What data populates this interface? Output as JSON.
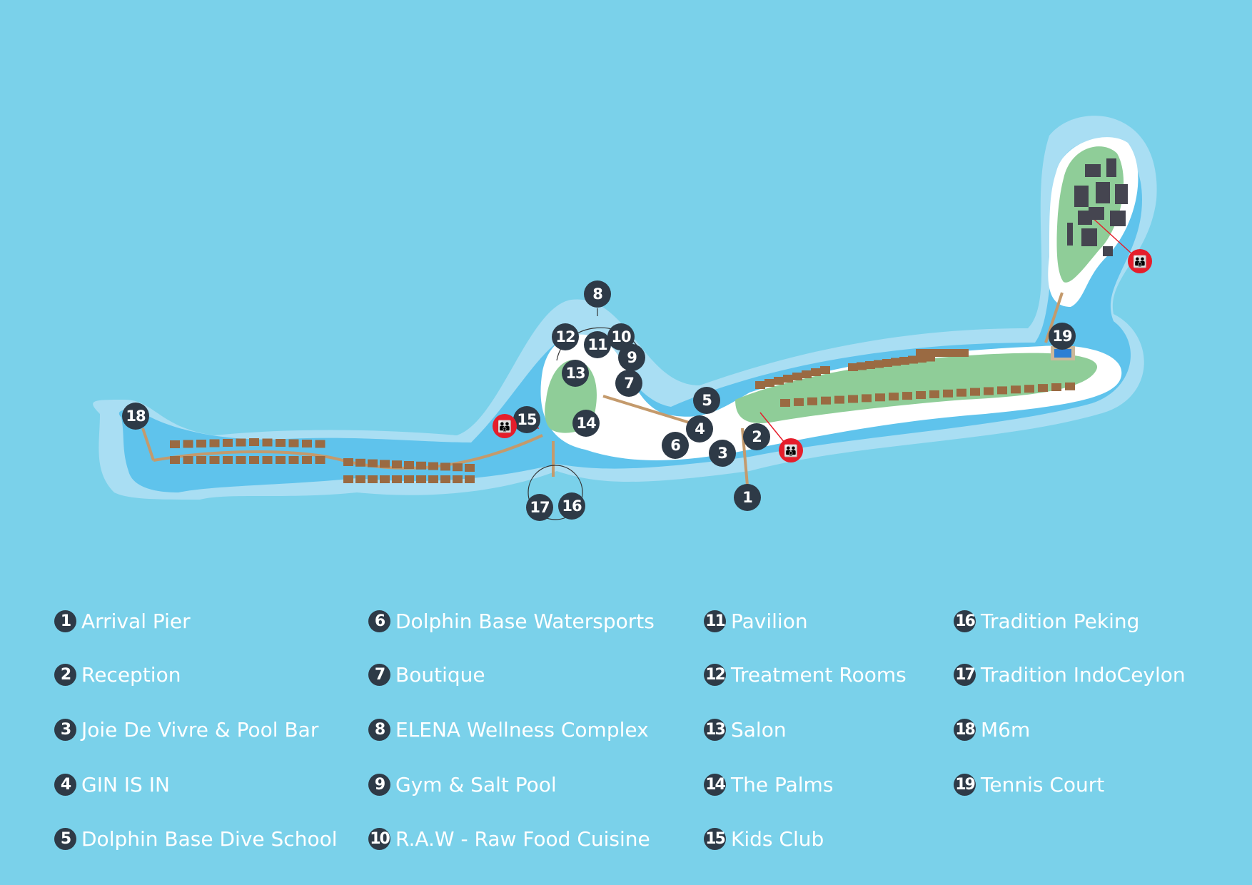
{
  "colors": {
    "sea": "#7ad1ea",
    "lagoon": "#a9def3",
    "reef": "#5fc3ec",
    "sand": "#ffffff",
    "vegetation": "#8fcd98",
    "path": "#c49a6c",
    "marker": "#2e3a47",
    "assembly_point": "#e51e2b",
    "buildings": "#454550"
  },
  "map": {
    "markers": [
      {
        "n": "1"
      },
      {
        "n": "2"
      },
      {
        "n": "3"
      },
      {
        "n": "4"
      },
      {
        "n": "5"
      },
      {
        "n": "6"
      },
      {
        "n": "7"
      },
      {
        "n": "8"
      },
      {
        "n": "9"
      },
      {
        "n": "10"
      },
      {
        "n": "11"
      },
      {
        "n": "12"
      },
      {
        "n": "13"
      },
      {
        "n": "14"
      },
      {
        "n": "15"
      },
      {
        "n": "16"
      },
      {
        "n": "17"
      },
      {
        "n": "18"
      },
      {
        "n": "19"
      }
    ],
    "assembly_icon": "assembly-point-icon",
    "assembly_glyph": "👪"
  },
  "legend": [
    {
      "n": "1",
      "label": "Arrival Pier"
    },
    {
      "n": "2",
      "label": "Reception"
    },
    {
      "n": "3",
      "label": "Joie De Vivre & Pool Bar"
    },
    {
      "n": "4",
      "label": "GIN IS IN"
    },
    {
      "n": "5",
      "label": "Dolphin Base Dive School"
    },
    {
      "n": "6",
      "label": "Dolphin Base Watersports"
    },
    {
      "n": "7",
      "label": "Boutique"
    },
    {
      "n": "8",
      "label": "ELENA Wellness Complex"
    },
    {
      "n": "9",
      "label": "Gym & Salt Pool"
    },
    {
      "n": "10",
      "label": "R.A.W - Raw Food Cuisine"
    },
    {
      "n": "11",
      "label": "Pavilion"
    },
    {
      "n": "12",
      "label": "Treatment Rooms"
    },
    {
      "n": "13",
      "label": "Salon"
    },
    {
      "n": "14",
      "label": "The Palms"
    },
    {
      "n": "15",
      "label": "Kids Club"
    },
    {
      "n": "16",
      "label": "Tradition Peking"
    },
    {
      "n": "17",
      "label": "Tradition IndoCeylon"
    },
    {
      "n": "18",
      "label": "M6m"
    },
    {
      "n": "19",
      "label": "Tennis Court"
    }
  ]
}
